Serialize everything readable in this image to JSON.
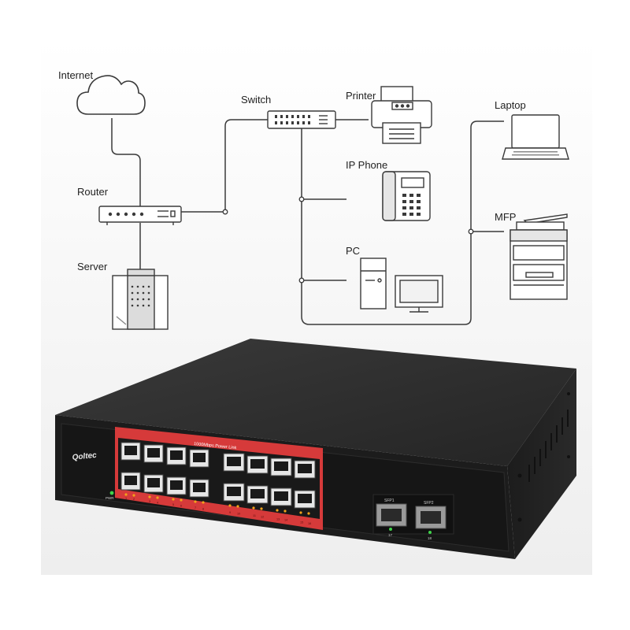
{
  "labels": {
    "internet": "Internet",
    "router": "Router",
    "server": "Server",
    "switch": "Switch",
    "printer": "Printer",
    "ip_phone": "IP Phone",
    "pc": "PC",
    "laptop": "Laptop",
    "mfp": "MFP"
  },
  "device": {
    "brand": "Qoltec",
    "port_panel_title": "1000Mbps Power Link",
    "pwr_label": "PWR",
    "sfp1_label": "SFP1",
    "sfp2_label": "SFP2",
    "sfp1_port": "17",
    "sfp2_port": "18",
    "port_numbers": [
      "1",
      "2",
      "3",
      "4",
      "5",
      "6",
      "7",
      "8",
      "9",
      "10",
      "11",
      "12",
      "13",
      "14",
      "15",
      "16"
    ]
  },
  "colors": {
    "line": "#3a3a3a",
    "port_panel": "#d63a3a",
    "chassis_front": "#1a1a1a",
    "chassis_top": "#2e2e2e"
  }
}
